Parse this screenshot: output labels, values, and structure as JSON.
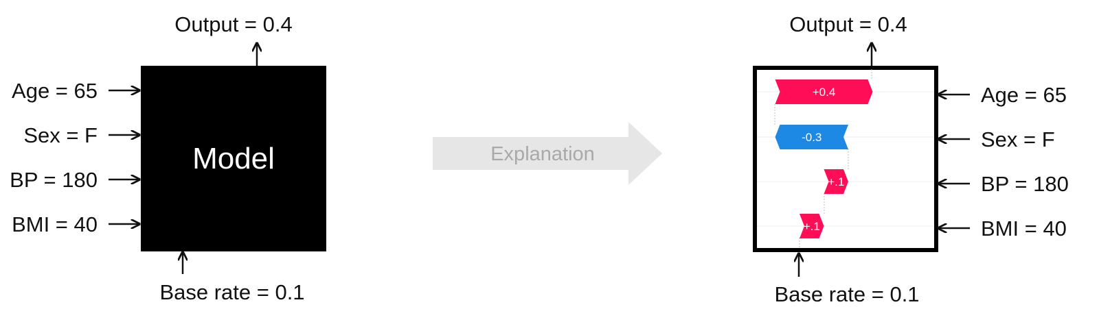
{
  "colors": {
    "positive": "#ff0d57",
    "negative": "#1e88e5",
    "model_box": "#000000",
    "arrow_band": "#e6e6e6",
    "explanation_text": "#a9a9a9"
  },
  "left_panel": {
    "model_label": "Model",
    "output_label": "Output = 0.4",
    "base_label": "Base rate = 0.1",
    "inputs": [
      "Age = 65",
      "Sex = F",
      "BP = 180",
      "BMI = 40"
    ]
  },
  "transition": {
    "label": "Explanation"
  },
  "right_panel": {
    "output_label": "Output = 0.4",
    "base_label": "Base rate = 0.1",
    "inputs": [
      "Age = 65",
      "Sex = F",
      "BP = 180",
      "BMI = 40"
    ],
    "contributions": [
      {
        "feature": "Age",
        "label": "+0.4",
        "value": 0.4,
        "sign": "positive"
      },
      {
        "feature": "Sex",
        "label": "-0.3",
        "value": -0.3,
        "sign": "negative"
      },
      {
        "feature": "BP",
        "label": "+.1",
        "value": 0.1,
        "sign": "positive"
      },
      {
        "feature": "BMI",
        "label": "+.1",
        "value": 0.1,
        "sign": "positive"
      }
    ]
  }
}
